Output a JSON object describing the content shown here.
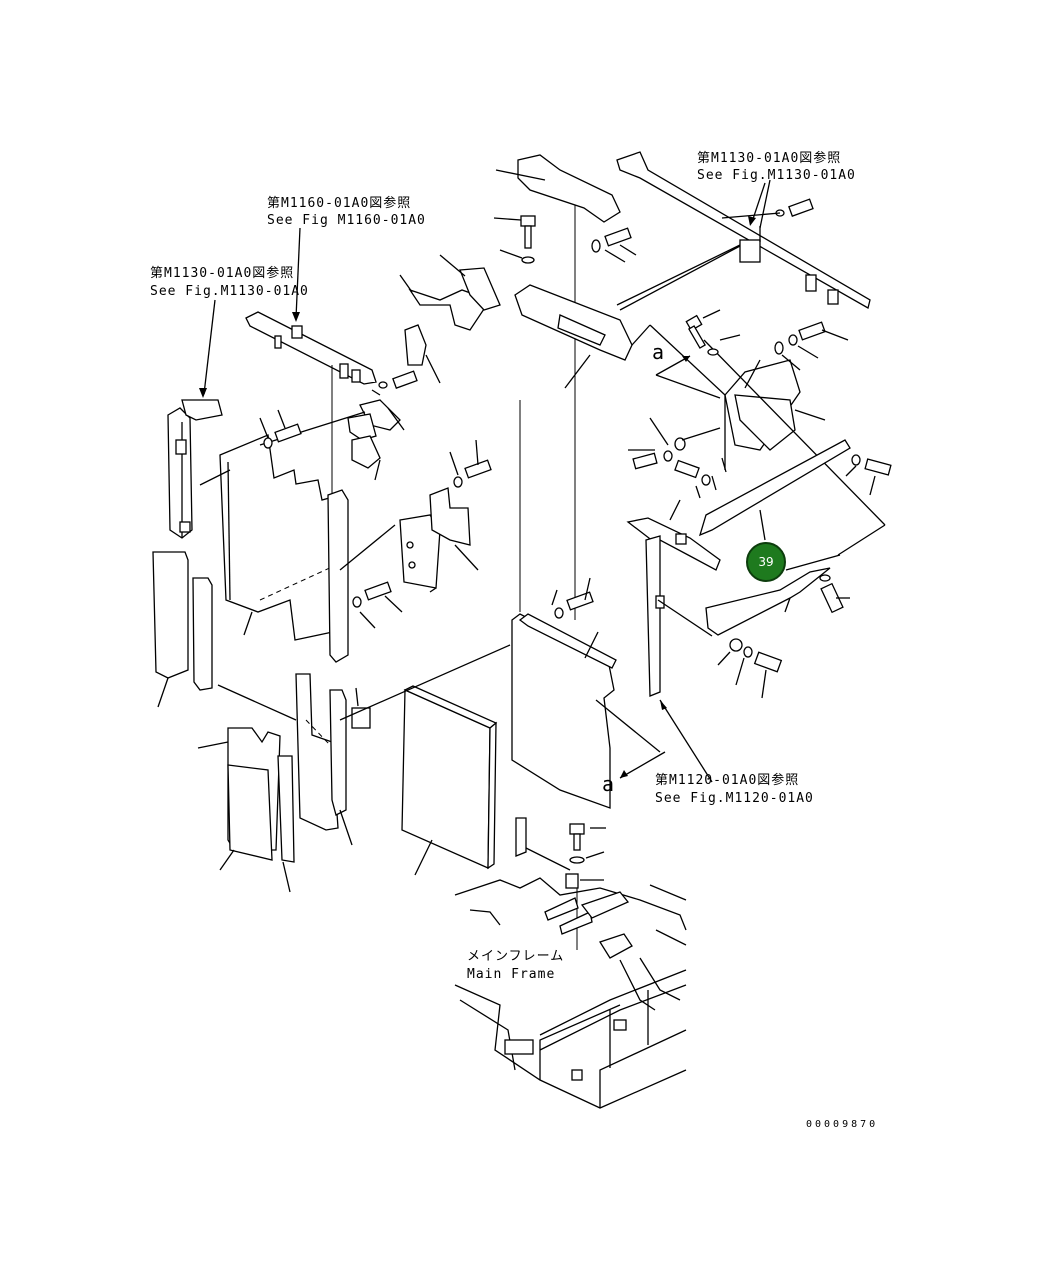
{
  "references": {
    "ref_top_right_jp": "第M1130-01A0図参照",
    "ref_top_right_en": "See Fig.M1130-01A0",
    "ref_top_mid_jp": "第M1160-01A0図参照",
    "ref_top_mid_en": "See Fig M1160-01A0",
    "ref_left_jp": "第M1130-01A0図参照",
    "ref_left_en": "See Fig.M1130-01A0",
    "ref_bottom_right_jp": "第M1120-01A0図参照",
    "ref_bottom_right_en": "See Fig.M1120-01A0"
  },
  "main_frame": {
    "jp": "メインフレーム",
    "en": "Main Frame"
  },
  "view_marks": {
    "upper": "a",
    "lower": "a"
  },
  "callouts": [
    {
      "number": "39"
    }
  ],
  "document_number": "00009870"
}
